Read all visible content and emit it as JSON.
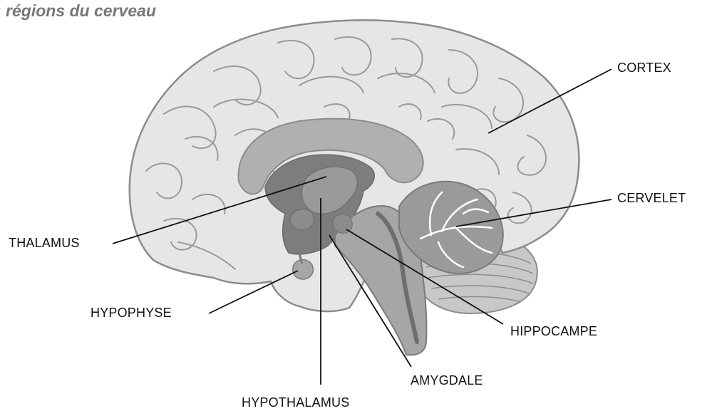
{
  "title": ": régions du cerveau",
  "labels": {
    "cortex": "CORTEX",
    "cervelet": "CERVELET",
    "thalamus": "THALAMUS",
    "hypophyse": "HYPOPHYSE",
    "hippocampe": "HIPPOCAMPE",
    "amygdale": "AMYGDALE",
    "hypothalamus": "HYPOTHALAMUS"
  },
  "colors": {
    "cortex_fill": "#e6e6e6",
    "outline": "#8c8c8c",
    "corpus": "#b0b0b0",
    "inner_dark": "#7d7d7d",
    "brainstem": "#a6a6a6",
    "cerebellum": "#9a9a9a",
    "leader": "#111111"
  }
}
